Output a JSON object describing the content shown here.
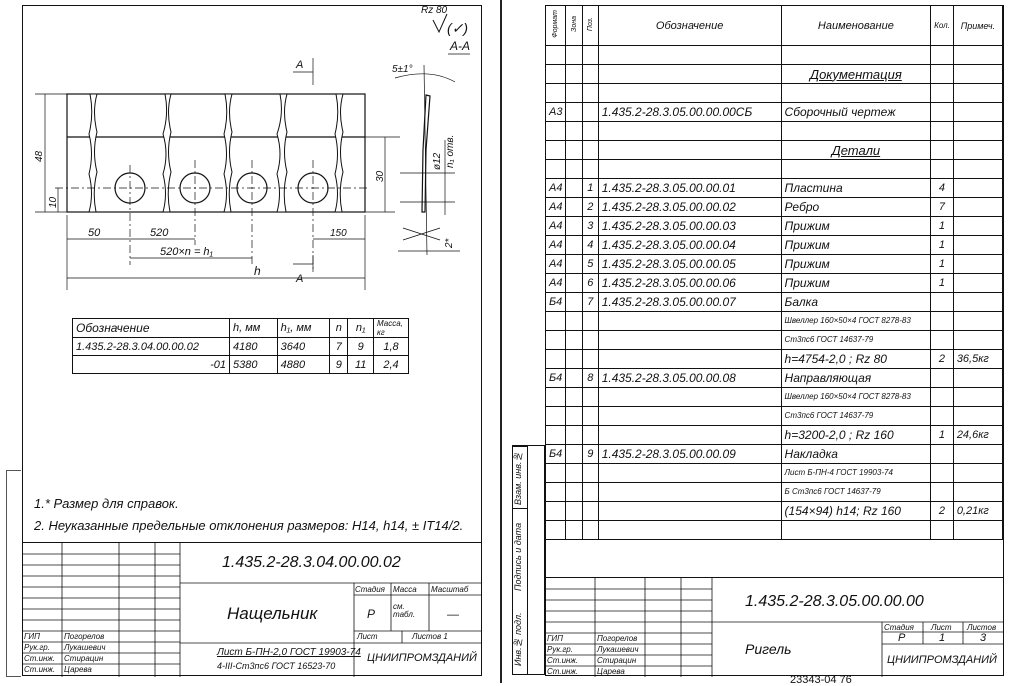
{
  "left_sheet": {
    "drawing": {
      "roughness_mark": "Rz 80",
      "roughness_bracket": "(✓)",
      "section_label": "A-A",
      "cut_label": "A",
      "angle": "5±1°",
      "hole_dia": "ø12",
      "hole_count": "n₁ отв.",
      "weld": "2*",
      "dim_height": "48",
      "dim_bottom": "10",
      "dim_30": "30",
      "dim_50": "50",
      "dim_520": "520",
      "dim_pitch": "520×n = h₁",
      "dim_h": "h",
      "dim_150": "150"
    },
    "variant_table": {
      "headers": [
        "Обозначение",
        "h, мм",
        "h₁, мм",
        "n",
        "n₁",
        "Масса, кг"
      ],
      "rows": [
        [
          "1.435.2-28.3.04.00.00.02",
          "4180",
          "3640",
          "7",
          "9",
          "1,8"
        ],
        [
          "-01",
          "5380",
          "4880",
          "9",
          "11",
          "2,4"
        ]
      ]
    },
    "notes": [
      "1.* Размер для справок.",
      "2. Неуказанные предельные отклонения размеров: H14, h14, ± IT14/2."
    ],
    "title_block": {
      "code": "1.435.2-28.3.04.00.00.02",
      "name": "Нащельник",
      "stage_label": "Стадия",
      "mass_label": "Масса",
      "scale_label": "Масштаб",
      "stage": "Р",
      "mass": "см. табл.",
      "scale": "—",
      "sheet_label": "Лист",
      "sheets_label": "Листов 1",
      "material": [
        "Лист Б-ПН-2,0 ГОСТ 19903-74",
        "4-III-Ст3пс6 ГОСТ 16523-70"
      ],
      "org": "ЦНИИПРОМЗДАНИЙ",
      "people": [
        [
          "ГИП",
          "Погорелов"
        ],
        [
          "Рук.гр.",
          "Лукашевич"
        ],
        [
          "Ст.инж.",
          "Стирацин"
        ],
        [
          "Ст.инж.",
          "Царева"
        ]
      ]
    }
  },
  "right_sheet": {
    "headers": [
      "Формат",
      "Зона",
      "Поз.",
      "Обозначение",
      "Наименование",
      "Кол.",
      "Примеч."
    ],
    "rows": [
      {
        "fmt": "",
        "zone": "",
        "pos": "",
        "code": "",
        "name": "",
        "qty": "",
        "note": ""
      },
      {
        "fmt": "",
        "zone": "",
        "pos": "",
        "code": "",
        "name": "Документация",
        "qty": "",
        "note": "",
        "heading": true
      },
      {
        "fmt": "",
        "zone": "",
        "pos": "",
        "code": "",
        "name": "",
        "qty": "",
        "note": ""
      },
      {
        "fmt": "А3",
        "zone": "",
        "pos": "",
        "code": "1.435.2-28.3.05.00.00.00СБ",
        "name": "Сборочный чертеж",
        "qty": "",
        "note": ""
      },
      {
        "fmt": "",
        "zone": "",
        "pos": "",
        "code": "",
        "name": "",
        "qty": "",
        "note": ""
      },
      {
        "fmt": "",
        "zone": "",
        "pos": "",
        "code": "",
        "name": "Детали",
        "qty": "",
        "note": "",
        "heading": true
      },
      {
        "fmt": "",
        "zone": "",
        "pos": "",
        "code": "",
        "name": "",
        "qty": "",
        "note": ""
      },
      {
        "fmt": "А4",
        "zone": "",
        "pos": "1",
        "code": "1.435.2-28.3.05.00.00.01",
        "name": "Пластина",
        "qty": "4",
        "note": ""
      },
      {
        "fmt": "А4",
        "zone": "",
        "pos": "2",
        "code": "1.435.2-28.3.05.00.00.02",
        "name": "Ребро",
        "qty": "7",
        "note": ""
      },
      {
        "fmt": "А4",
        "zone": "",
        "pos": "3",
        "code": "1.435.2-28.3.05.00.00.03",
        "name": "Прижим",
        "qty": "1",
        "note": ""
      },
      {
        "fmt": "А4",
        "zone": "",
        "pos": "4",
        "code": "1.435.2-28.3.05.00.00.04",
        "name": "Прижим",
        "qty": "1",
        "note": ""
      },
      {
        "fmt": "А4",
        "zone": "",
        "pos": "5",
        "code": "1.435.2-28.3.05.00.00.05",
        "name": "Прижим",
        "qty": "1",
        "note": ""
      },
      {
        "fmt": "А4",
        "zone": "",
        "pos": "6",
        "code": "1.435.2-28.3.05.00.00.06",
        "name": "Прижим",
        "qty": "1",
        "note": ""
      },
      {
        "fmt": "Б4",
        "zone": "",
        "pos": "7",
        "code": "1.435.2-28.3.05.00.00.07",
        "name": "Балка",
        "qty": "",
        "note": ""
      },
      {
        "fmt": "",
        "zone": "",
        "pos": "",
        "code": "",
        "name": "Швеллер 160×50×4 ГОСТ 8278-83",
        "qty": "",
        "note": ""
      },
      {
        "fmt": "",
        "zone": "",
        "pos": "",
        "code": "",
        "name": "Ст3пс6 ГОСТ 14637-79",
        "qty": "",
        "note": ""
      },
      {
        "fmt": "",
        "zone": "",
        "pos": "",
        "code": "",
        "name": "h=4754-2,0 ; Rz 80",
        "qty": "2",
        "note": "36,5кг"
      },
      {
        "fmt": "Б4",
        "zone": "",
        "pos": "8",
        "code": "1.435.2-28.3.05.00.00.08",
        "name": "Направляющая",
        "qty": "",
        "note": ""
      },
      {
        "fmt": "",
        "zone": "",
        "pos": "",
        "code": "",
        "name": "Швеллер 160×50×4 ГОСТ 8278-83",
        "qty": "",
        "note": ""
      },
      {
        "fmt": "",
        "zone": "",
        "pos": "",
        "code": "",
        "name": "Ст3пс6 ГОСТ 14637-79",
        "qty": "",
        "note": ""
      },
      {
        "fmt": "",
        "zone": "",
        "pos": "",
        "code": "",
        "name": "h=3200-2,0 ; Rz 160",
        "qty": "1",
        "note": "24,6кг"
      },
      {
        "fmt": "Б4",
        "zone": "",
        "pos": "9",
        "code": "1.435.2-28.3.05.00.00.09",
        "name": "Накладка",
        "qty": "",
        "note": ""
      },
      {
        "fmt": "",
        "zone": "",
        "pos": "",
        "code": "",
        "name": "Лист Б-ПН-4 ГОСТ 19903-74",
        "qty": "",
        "note": ""
      },
      {
        "fmt": "",
        "zone": "",
        "pos": "",
        "code": "",
        "name": "Б Ст3пс6 ГОСТ 14637-79",
        "qty": "",
        "note": ""
      },
      {
        "fmt": "",
        "zone": "",
        "pos": "",
        "code": "",
        "name": "(154×94) h14; Rz 160",
        "qty": "2",
        "note": "0,21кг"
      },
      {
        "fmt": "",
        "zone": "",
        "pos": "",
        "code": "",
        "name": "",
        "qty": "",
        "note": ""
      }
    ],
    "side_stamp": [
      "Взам. инв.№",
      "Подпись и дата",
      "Инв.№ подл."
    ],
    "title_block": {
      "code": "1.435.2-28.3.05.00.00.00",
      "name": "Ригель",
      "stage_label": "Стадия",
      "sheet_label": "Лист",
      "sheets_label": "Листов",
      "stage": "Р",
      "sheet": "1",
      "sheets": "3",
      "org": "ЦНИИПРОМЗДАНИЙ",
      "people": [
        [
          "ГИП",
          "Погорелов"
        ],
        [
          "Рук.гр.",
          "Лукашевич"
        ],
        [
          "Ст.инж.",
          "Стирацин"
        ],
        [
          "Ст.инж.",
          "Царева"
        ]
      ]
    },
    "footer_number": "23343-04 76"
  }
}
